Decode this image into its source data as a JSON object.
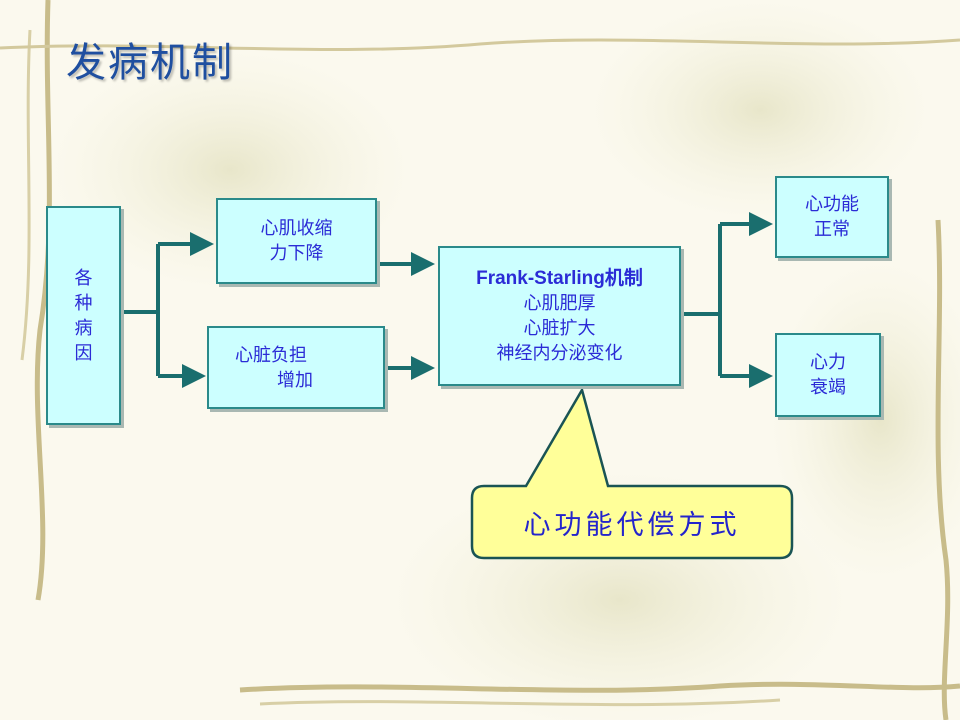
{
  "title": "发病机制",
  "nodes": {
    "cause": [
      "各",
      "种",
      "病",
      "因"
    ],
    "contractility": [
      "心肌收缩",
      "力下降"
    ],
    "load": [
      "心脏负担",
      "增加"
    ],
    "mechanism": {
      "heading": "Frank-Starling机制",
      "lines": [
        "心肌肥厚",
        "心脏扩大",
        "神经内分泌变化"
      ]
    },
    "normal": [
      "心功能",
      "正常"
    ],
    "failure": [
      "心力",
      "衰竭"
    ]
  },
  "callout": "心功能代偿方式",
  "colors": {
    "title": "#1f4fa0",
    "box_fill": "#ccffff",
    "box_border": "#2a8a8a",
    "box_text": "#2b2bd6",
    "arrow": "#1a6e6e",
    "callout_fill": "#ffff99",
    "callout_border": "#1a5454"
  }
}
